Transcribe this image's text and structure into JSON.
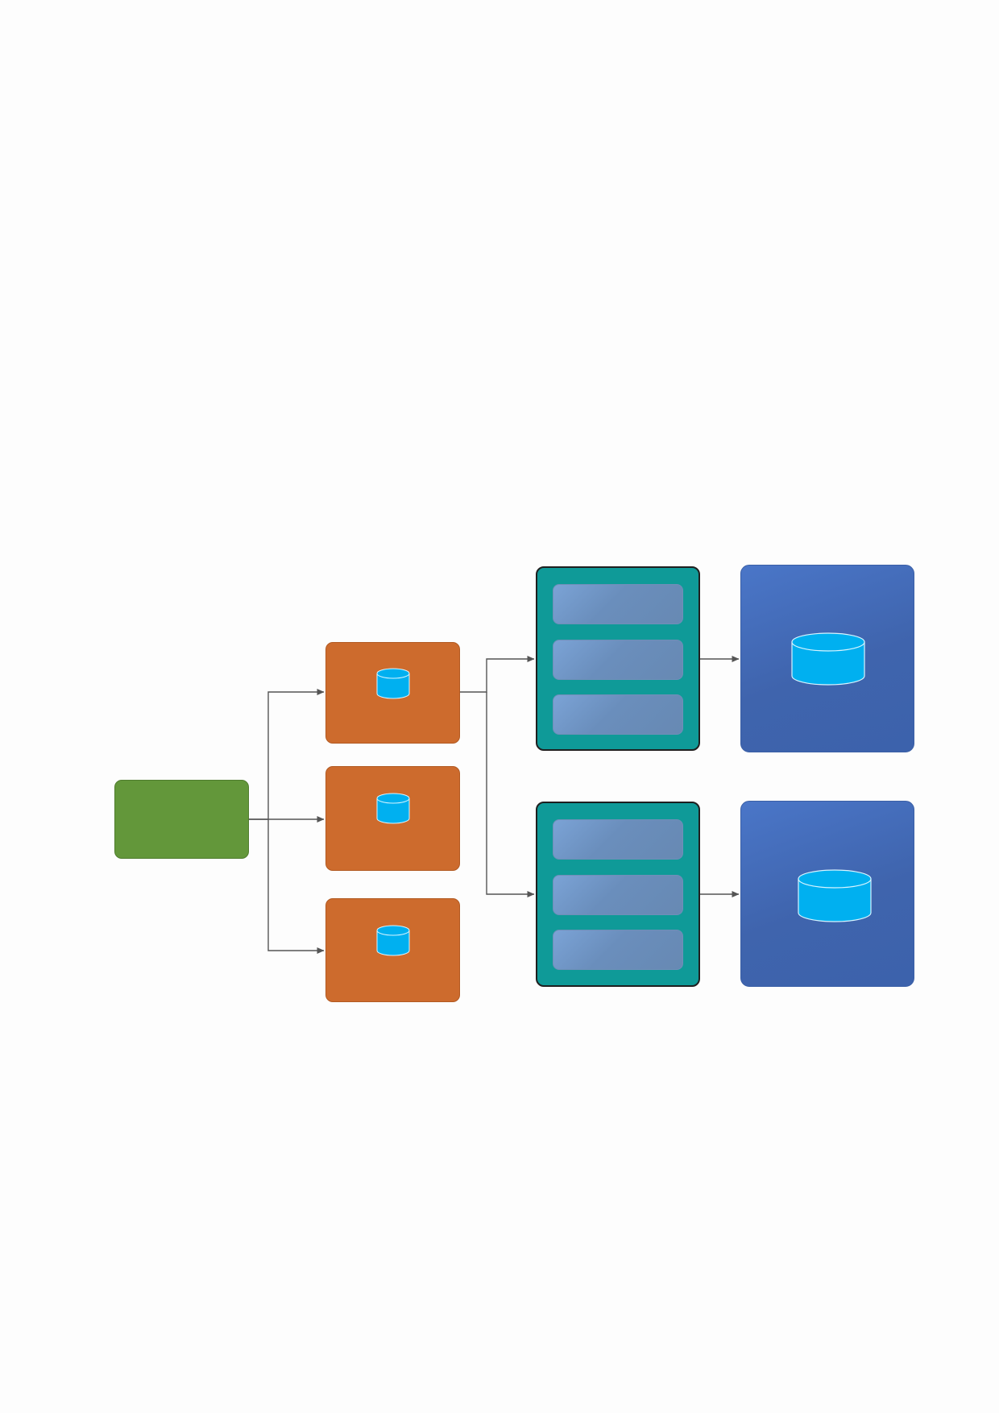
{
  "diagram": {
    "nodes": [
      {
        "id": "source",
        "kind": "source-block",
        "color": "#63973a"
      },
      {
        "id": "node-1",
        "kind": "database-node",
        "color": "#cd6b2d",
        "icon": "database-icon"
      },
      {
        "id": "node-2",
        "kind": "database-node",
        "color": "#cd6b2d",
        "icon": "database-icon"
      },
      {
        "id": "node-3",
        "kind": "database-node",
        "color": "#cd6b2d",
        "icon": "database-icon"
      },
      {
        "id": "stack-1",
        "kind": "stack-container",
        "color": "#0f9a98",
        "slots": 3
      },
      {
        "id": "stack-2",
        "kind": "stack-container",
        "color": "#0f9a98",
        "slots": 3
      },
      {
        "id": "store-1",
        "kind": "database-store",
        "color": "#4266b3",
        "icon": "database-icon"
      },
      {
        "id": "store-2",
        "kind": "database-store",
        "color": "#4266b3",
        "icon": "database-icon"
      }
    ],
    "edges": [
      {
        "from": "source",
        "to": "node-1"
      },
      {
        "from": "source",
        "to": "node-2"
      },
      {
        "from": "source",
        "to": "node-3"
      },
      {
        "from": "node-1",
        "to": "stack-1"
      },
      {
        "from": "node-1",
        "to": "stack-2"
      },
      {
        "from": "stack-1",
        "to": "store-1"
      },
      {
        "from": "stack-2",
        "to": "store-2"
      }
    ],
    "colors": {
      "connector": "#555555",
      "database_fill": "#00b0f0",
      "database_outline": "#d8f4ff"
    }
  }
}
